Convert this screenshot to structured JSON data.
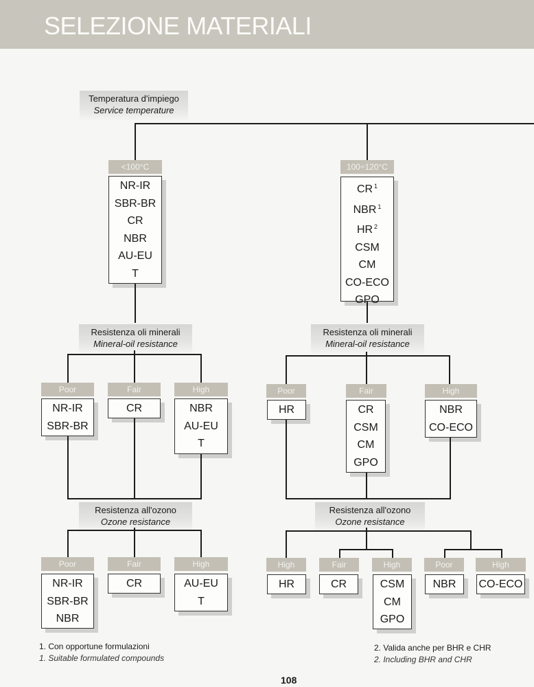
{
  "header": {
    "title": "SELEZIONE MATERIALI"
  },
  "root": {
    "label_it": "Temperatura d'impiego",
    "label_en": "Service temperature"
  },
  "branches": [
    {
      "tag": "<100°C",
      "materials": [
        "NR-IR",
        "SBR-BR",
        "CR",
        "NBR",
        "AU-EU",
        "T"
      ],
      "oil": {
        "label_it": "Resistenza oli minerali",
        "label_en": "Mineral-oil resistance",
        "groups": [
          {
            "tag": "Poor",
            "materials": [
              "NR-IR",
              "SBR-BR"
            ]
          },
          {
            "tag": "Fair",
            "materials": [
              "CR"
            ]
          },
          {
            "tag": "High",
            "materials": [
              "NBR",
              "AU-EU",
              "T"
            ]
          }
        ]
      },
      "ozone": {
        "label_it": "Resistenza all'ozono",
        "label_en": "Ozone resistance",
        "groups": [
          {
            "tag": "Poor",
            "materials": [
              "NR-IR",
              "SBR-BR",
              "NBR"
            ]
          },
          {
            "tag": "Fair",
            "materials": [
              "CR"
            ]
          },
          {
            "tag": "High",
            "materials": [
              "AU-EU",
              "T"
            ]
          }
        ]
      }
    },
    {
      "tag": "100÷120°C",
      "materials": [
        {
          "name": "CR",
          "note": "1"
        },
        {
          "name": "NBR",
          "note": "1"
        },
        {
          "name": "HR",
          "note": "2"
        },
        {
          "name": "CSM",
          "note": ""
        },
        {
          "name": "CM",
          "note": ""
        },
        {
          "name": "CO-ECO",
          "note": ""
        },
        {
          "name": "GPO",
          "note": ""
        }
      ],
      "oil": {
        "label_it": "Resistenza oli minerali",
        "label_en": "Mineral-oil resistance",
        "groups": [
          {
            "tag": "Poor",
            "materials": [
              "HR"
            ]
          },
          {
            "tag": "Fair",
            "materials": [
              "CR",
              "CSM",
              "CM",
              "GPO"
            ]
          },
          {
            "tag": "High",
            "materials": [
              "NBR",
              "CO-ECO"
            ]
          }
        ]
      },
      "ozone": {
        "label_it": "Resistenza all'ozono",
        "label_en": "Ozone resistance",
        "groups": [
          {
            "tag": "High",
            "materials": [
              "HR"
            ]
          },
          {
            "tag": "Fair",
            "materials": [
              "CR"
            ]
          },
          {
            "tag": "High",
            "materials": [
              "CSM",
              "CM",
              "GPO"
            ]
          },
          {
            "tag": "Poor",
            "materials": [
              "NBR"
            ]
          },
          {
            "tag": "High",
            "materials": [
              "CO-ECO"
            ]
          }
        ]
      }
    }
  ],
  "notes": [
    {
      "it": "1. Con opportune formulazioni",
      "en": "1. Suitable formulated compounds"
    },
    {
      "it": "2. Valida anche per BHR e CHR",
      "en": "2. Including BHR and CHR"
    }
  ],
  "page_number": "108"
}
